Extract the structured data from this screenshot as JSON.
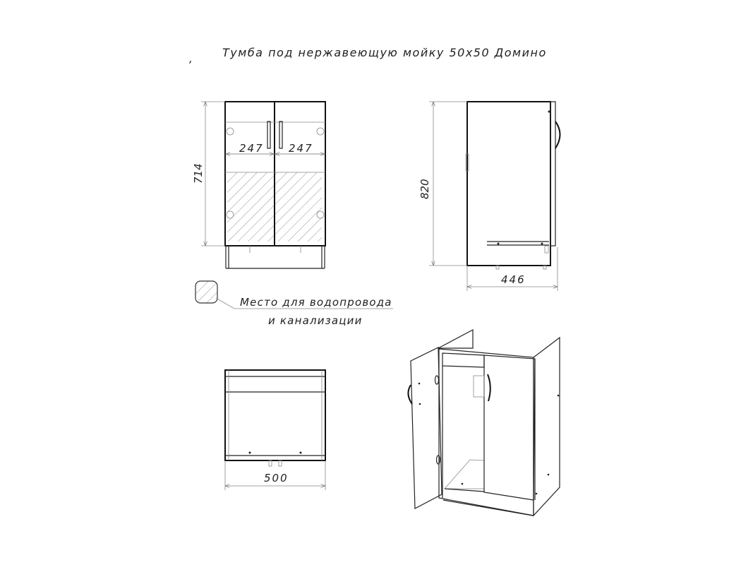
{
  "title": "Тумба под нержавеющую мойку 50х50 Домино",
  "stray_mark": ",",
  "front_view": {
    "height_dim": "714",
    "door_width_left": "247",
    "door_width_right": "247"
  },
  "side_view": {
    "height_dim": "820",
    "depth_dim": "446"
  },
  "top_view": {
    "width_dim": "500"
  },
  "legend": {
    "line1": "Место для водопровода",
    "line2": "и канализации"
  }
}
